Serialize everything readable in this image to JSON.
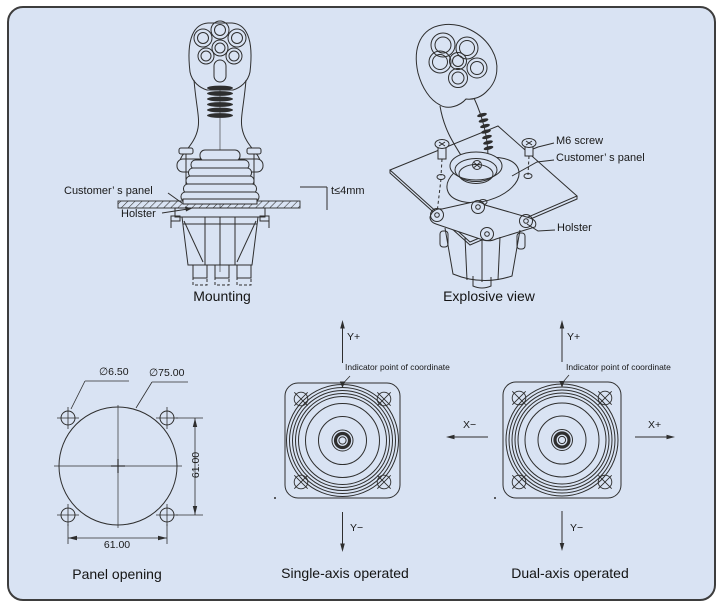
{
  "page": {
    "background_color": "#d9e3f3",
    "border_color": "#3d3d3d",
    "line_color": "#2e2e2e",
    "text_color": "#191919"
  },
  "views": {
    "mounting": {
      "caption": "Mounting",
      "labels": {
        "customers_panel": "Customer’ s panel",
        "holster": "Holster",
        "thickness": "t≤4mm"
      }
    },
    "explosive": {
      "caption": "Explosive view",
      "labels": {
        "m6_screw": "M6 screw",
        "customers_panel": "Customer’ s panel",
        "holster": "Holster"
      }
    },
    "panel_opening": {
      "caption": "Panel opening",
      "dimensions": {
        "hole_diameter": "∅6.50",
        "opening_diameter": "∅75.00",
        "hole_spacing_horizontal": "61.00",
        "hole_spacing_vertical": "61.00"
      }
    },
    "single_axis": {
      "caption": "Single-axis operated",
      "indicator_label": "Indicator point of coordinate",
      "axes": {
        "y_plus": "Y+",
        "y_minus": "Y−"
      }
    },
    "dual_axis": {
      "caption": "Dual-axis operated",
      "indicator_label": "Indicator point of coordinate",
      "axes": {
        "y_plus": "Y+",
        "y_minus": "Y−",
        "x_minus": "X−",
        "x_plus": "X+"
      }
    }
  }
}
